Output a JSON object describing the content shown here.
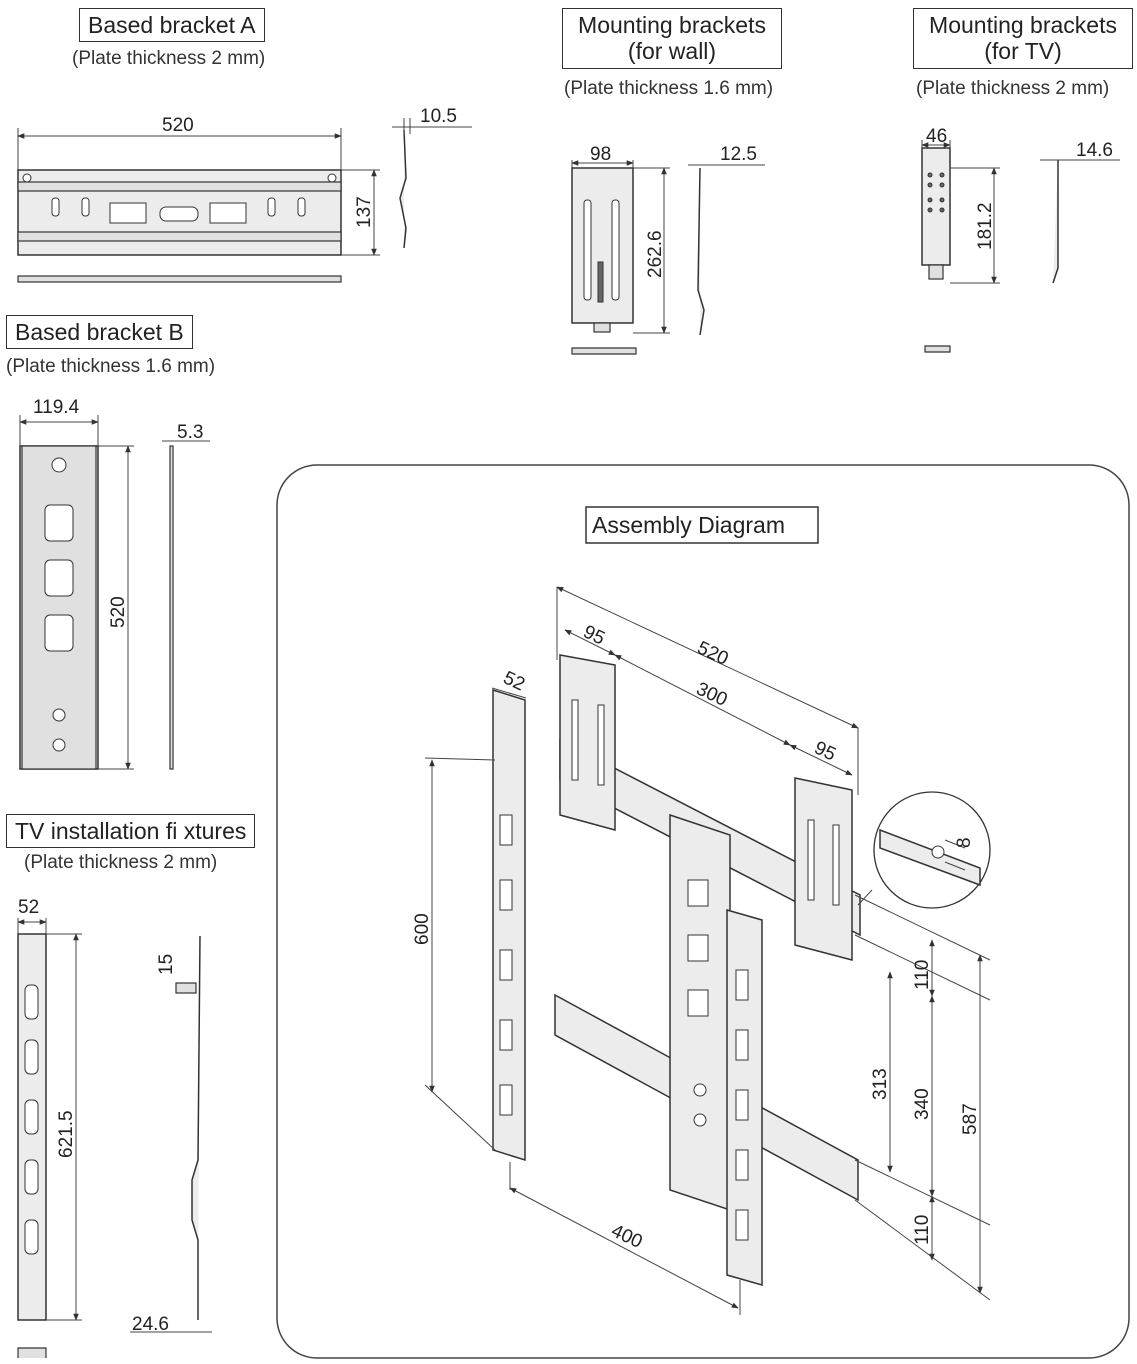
{
  "sections": {
    "bracket_a": {
      "title": "Based bracket A",
      "thickness": "(Plate thickness 2 mm)",
      "dims": {
        "width": "520",
        "height": "137",
        "profile": "10.5"
      }
    },
    "wall_bracket": {
      "title_line1": "Mounting brackets",
      "title_line2": "(for wall)",
      "thickness": "(Plate thickness 1.6 mm)",
      "dims": {
        "width": "98",
        "height": "262.6",
        "profile": "12.5"
      }
    },
    "tv_bracket": {
      "title_line1": "Mounting brackets",
      "title_line2": "(for TV)",
      "thickness": "(Plate thickness 2 mm)",
      "dims": {
        "width": "46",
        "height": "181.2",
        "profile": "14.6"
      }
    },
    "bracket_b": {
      "title": "Based bracket B",
      "thickness": "(Plate thickness 1.6 mm)",
      "dims": {
        "width": "119.4",
        "height": "520",
        "profile": "5.3"
      }
    },
    "fixtures": {
      "title": "TV installation fi xtures",
      "thickness": "(Plate thickness 2 mm)",
      "dims": {
        "width": "52",
        "height": "621.5",
        "hook": "15",
        "depth": "24.6"
      }
    },
    "assembly": {
      "title": "Assembly Diagram",
      "dims": {
        "d520": "520",
        "d95a": "95",
        "d300": "300",
        "d95b": "95",
        "d52": "52",
        "d600": "600",
        "d400": "400",
        "d8": "8",
        "d110a": "110",
        "d313": "313",
        "d340": "340",
        "d587": "587",
        "d110b": "110"
      }
    }
  }
}
